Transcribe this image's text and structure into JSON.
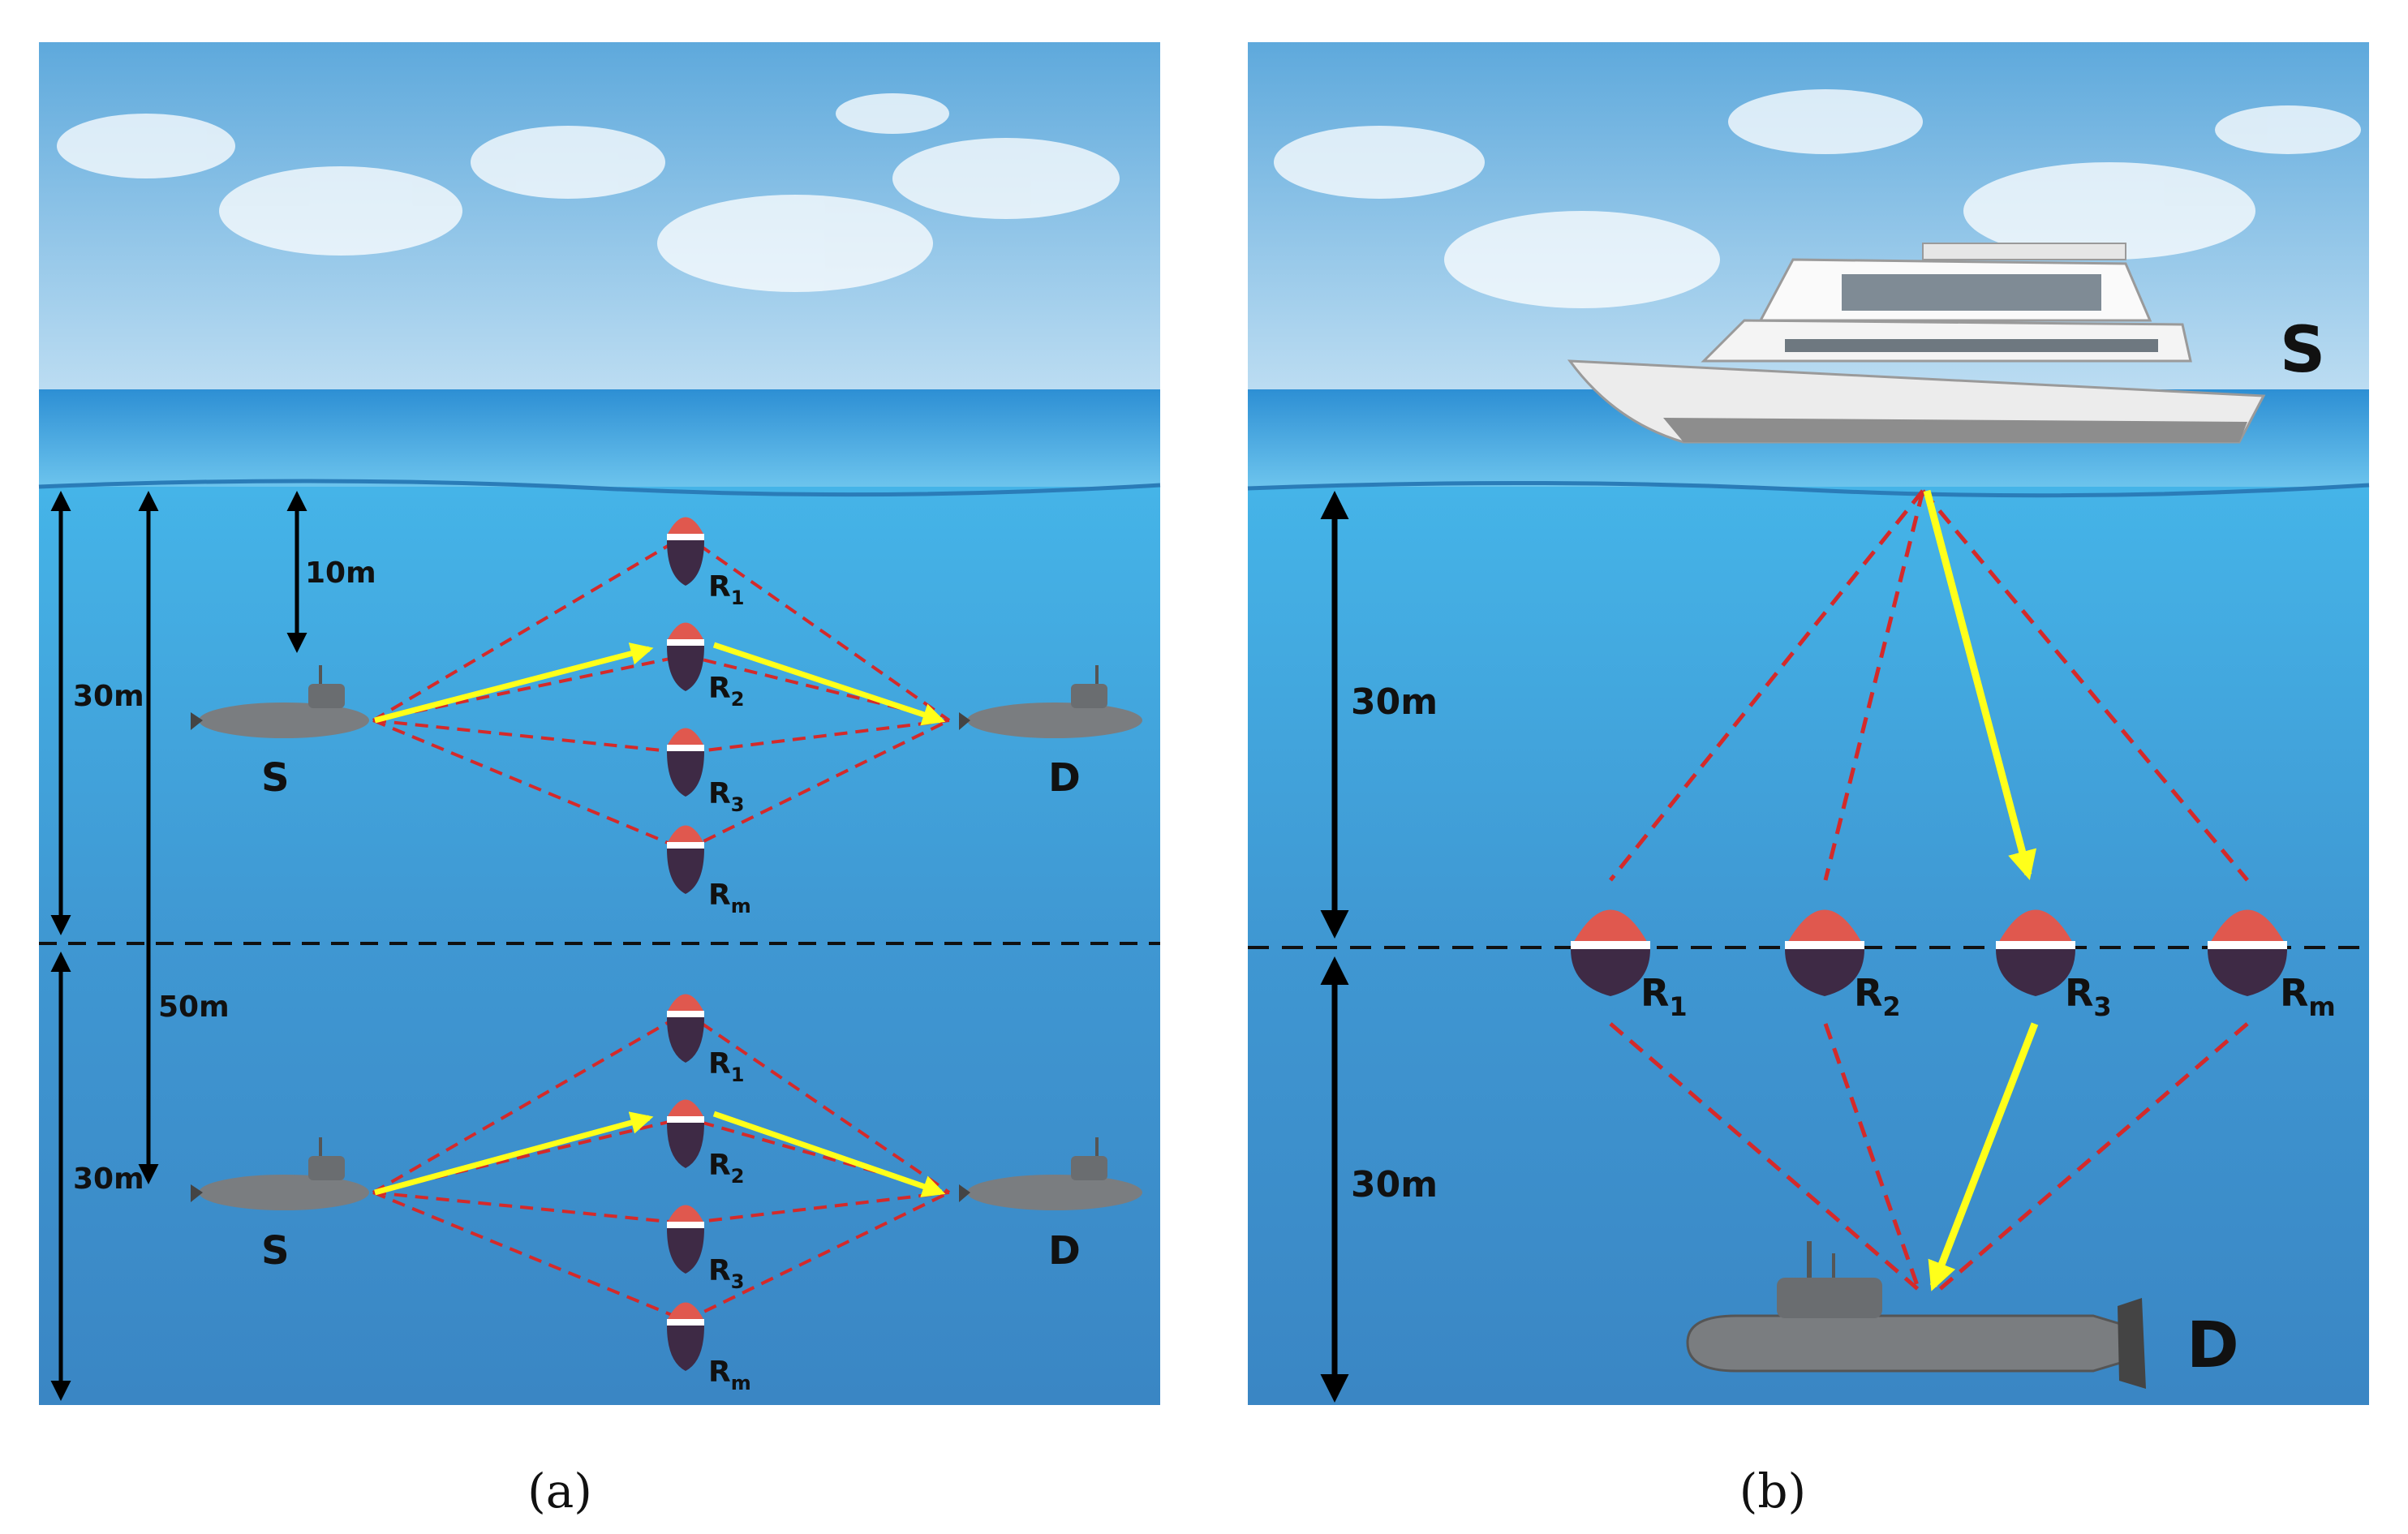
{
  "panels": [
    {
      "id": "a",
      "caption": "(a)",
      "source_label": "S",
      "destination_label": "D",
      "relays": [
        {
          "base": "R",
          "sub": "1"
        },
        {
          "base": "R",
          "sub": "2"
        },
        {
          "base": "R",
          "sub": "3"
        },
        {
          "base": "R",
          "sub": "m"
        }
      ],
      "depths": {
        "left_upper": "30m",
        "left_lower": "30m",
        "total": "50m",
        "relay_gap": "10m"
      }
    },
    {
      "id": "b",
      "caption": "(b)",
      "source_label": "S",
      "destination_label": "D",
      "relays": [
        {
          "base": "R",
          "sub": "1"
        },
        {
          "base": "R",
          "sub": "2"
        },
        {
          "base": "R",
          "sub": "3"
        },
        {
          "base": "R",
          "sub": "m"
        }
      ],
      "depths": {
        "upper": "30m",
        "lower": "30m"
      }
    }
  ],
  "colors": {
    "sky_top": "#5ea9dc",
    "sky_bottom": "#cfe6f5",
    "sea_top": "#3fa9e0",
    "sea_bottom": "#3d87c6",
    "selected_path": "#ffff1a",
    "candidate_path": "#d42a2a",
    "buoy_top": "#e0584e",
    "buoy_body": "#3e2a45"
  }
}
